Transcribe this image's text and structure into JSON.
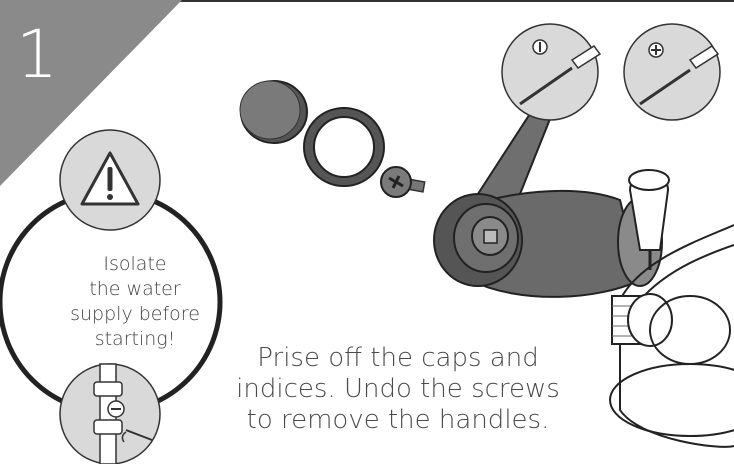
{
  "step": {
    "number": "1"
  },
  "warning": {
    "lines": [
      "Isolate",
      "the water",
      "supply before",
      "starting!"
    ],
    "icon": "warning-triangle-icon"
  },
  "instruction": {
    "lines": [
      "Prise off the caps and",
      "indices. Undo the screws",
      "to remove the handles."
    ]
  },
  "tools": [
    {
      "name": "flat-screwdriver",
      "icon": "flat-screwdriver-icon"
    },
    {
      "name": "phillips-screwdriver",
      "icon": "phillips-screwdriver-icon"
    }
  ],
  "colors": {
    "banner": "#8a8a8a",
    "circle_fill": "#d9d9d9",
    "line": "#333333"
  }
}
